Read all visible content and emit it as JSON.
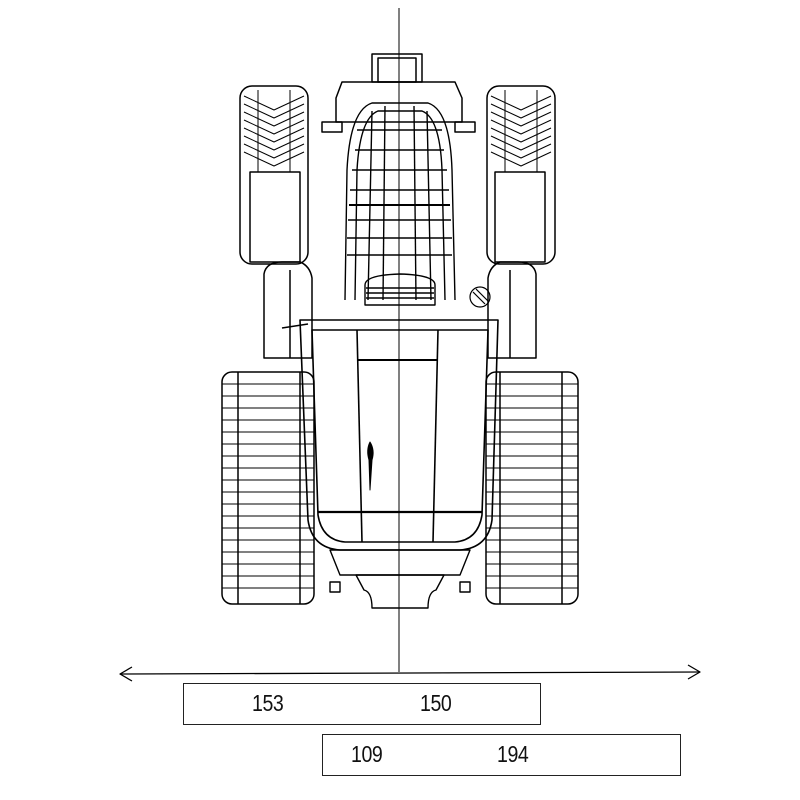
{
  "diagram": {
    "subject": "tractor-top-view-wireframe",
    "line_color": "#000000",
    "background": "#ffffff"
  },
  "dimensions": {
    "row1": {
      "left_value": "153",
      "right_value": "150"
    },
    "row2": {
      "left_value": "109",
      "right_value": "194"
    }
  }
}
